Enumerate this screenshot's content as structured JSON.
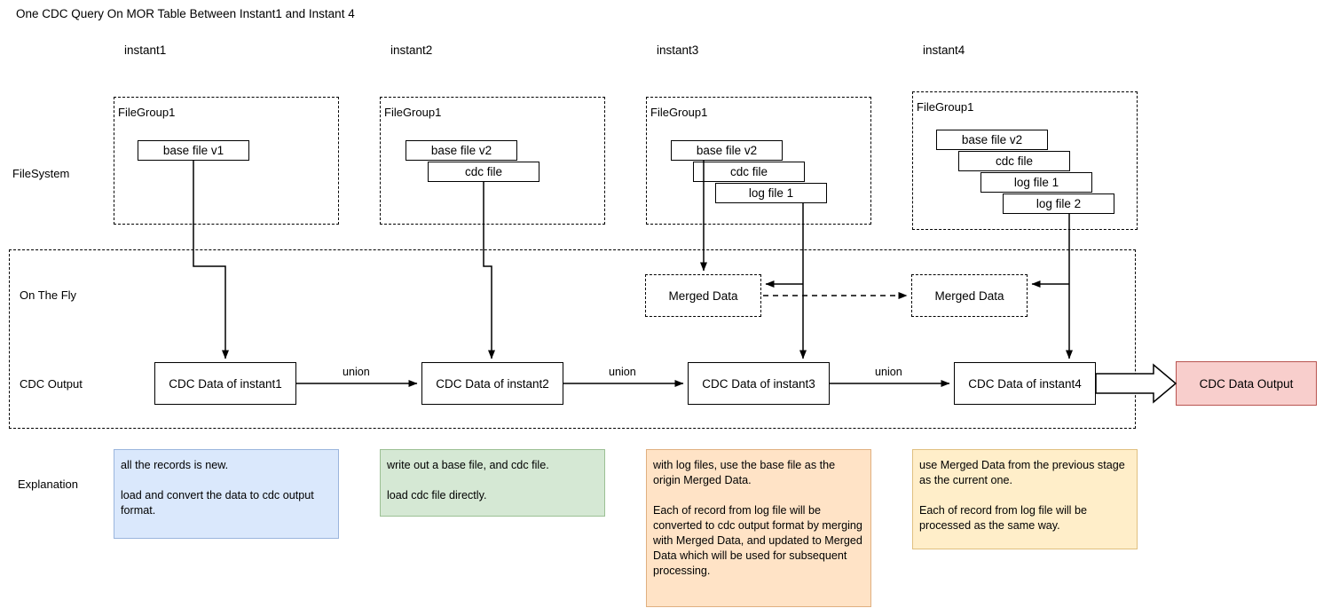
{
  "title": "One CDC Query On MOR Table Between Instant1 and Instant 4",
  "columns": [
    {
      "label": "instant1"
    },
    {
      "label": "instant2"
    },
    {
      "label": "instant3"
    },
    {
      "label": "instant4"
    }
  ],
  "row_labels": {
    "filesystem": "FileSystem",
    "on_the_fly": "On The Fly",
    "cdc_output": "CDC Output",
    "explanation": "Explanation"
  },
  "filegroups": [
    {
      "name": "FileGroup1",
      "files": [
        "base file v1"
      ]
    },
    {
      "name": "FileGroup1",
      "files": [
        "base file v2",
        "cdc file"
      ]
    },
    {
      "name": "FileGroup1",
      "files": [
        "base file v2",
        "cdc file",
        "log file 1"
      ]
    },
    {
      "name": "FileGroup1",
      "files": [
        "base file v2",
        "cdc file",
        "log file 1",
        "log file 2"
      ]
    }
  ],
  "merged_data": [
    {
      "label": "Merged Data"
    },
    {
      "label": "Merged Data"
    }
  ],
  "cdc_boxes": [
    {
      "label": "CDC Data of instant1"
    },
    {
      "label": "CDC Data of instant2"
    },
    {
      "label": "CDC Data of instant3"
    },
    {
      "label": "CDC Data of instant4"
    }
  ],
  "union_labels": [
    "union",
    "union",
    "union"
  ],
  "output": {
    "label": "CDC Data Output",
    "fill": "#f8cecc",
    "stroke": "#b85450"
  },
  "explanations": [
    {
      "paragraphs": [
        "all the records is new.",
        "load and convert the data to cdc output format."
      ],
      "fill": "#dae8fc",
      "stroke": "#9ab5dd"
    },
    {
      "paragraphs": [
        "write out a base file, and cdc file.",
        "load cdc file directly."
      ],
      "fill": "#d5e8d4",
      "stroke": "#9cc094"
    },
    {
      "paragraphs": [
        "with log files, use the base file as the origin Merged Data.",
        "Each of record from log file will be converted to cdc output format by merging with Merged Data, and updated to Merged Data which will be used for subsequent processing."
      ],
      "fill": "#ffe3c6",
      "stroke": "#e0b080"
    },
    {
      "paragraphs": [
        "use Merged Data from the previous stage as the current one.",
        "Each of record from log file will be processed as the same way."
      ],
      "fill": "#ffeec9",
      "stroke": "#e0c080"
    }
  ],
  "colors": {
    "line": "#000000",
    "background": "#ffffff"
  }
}
